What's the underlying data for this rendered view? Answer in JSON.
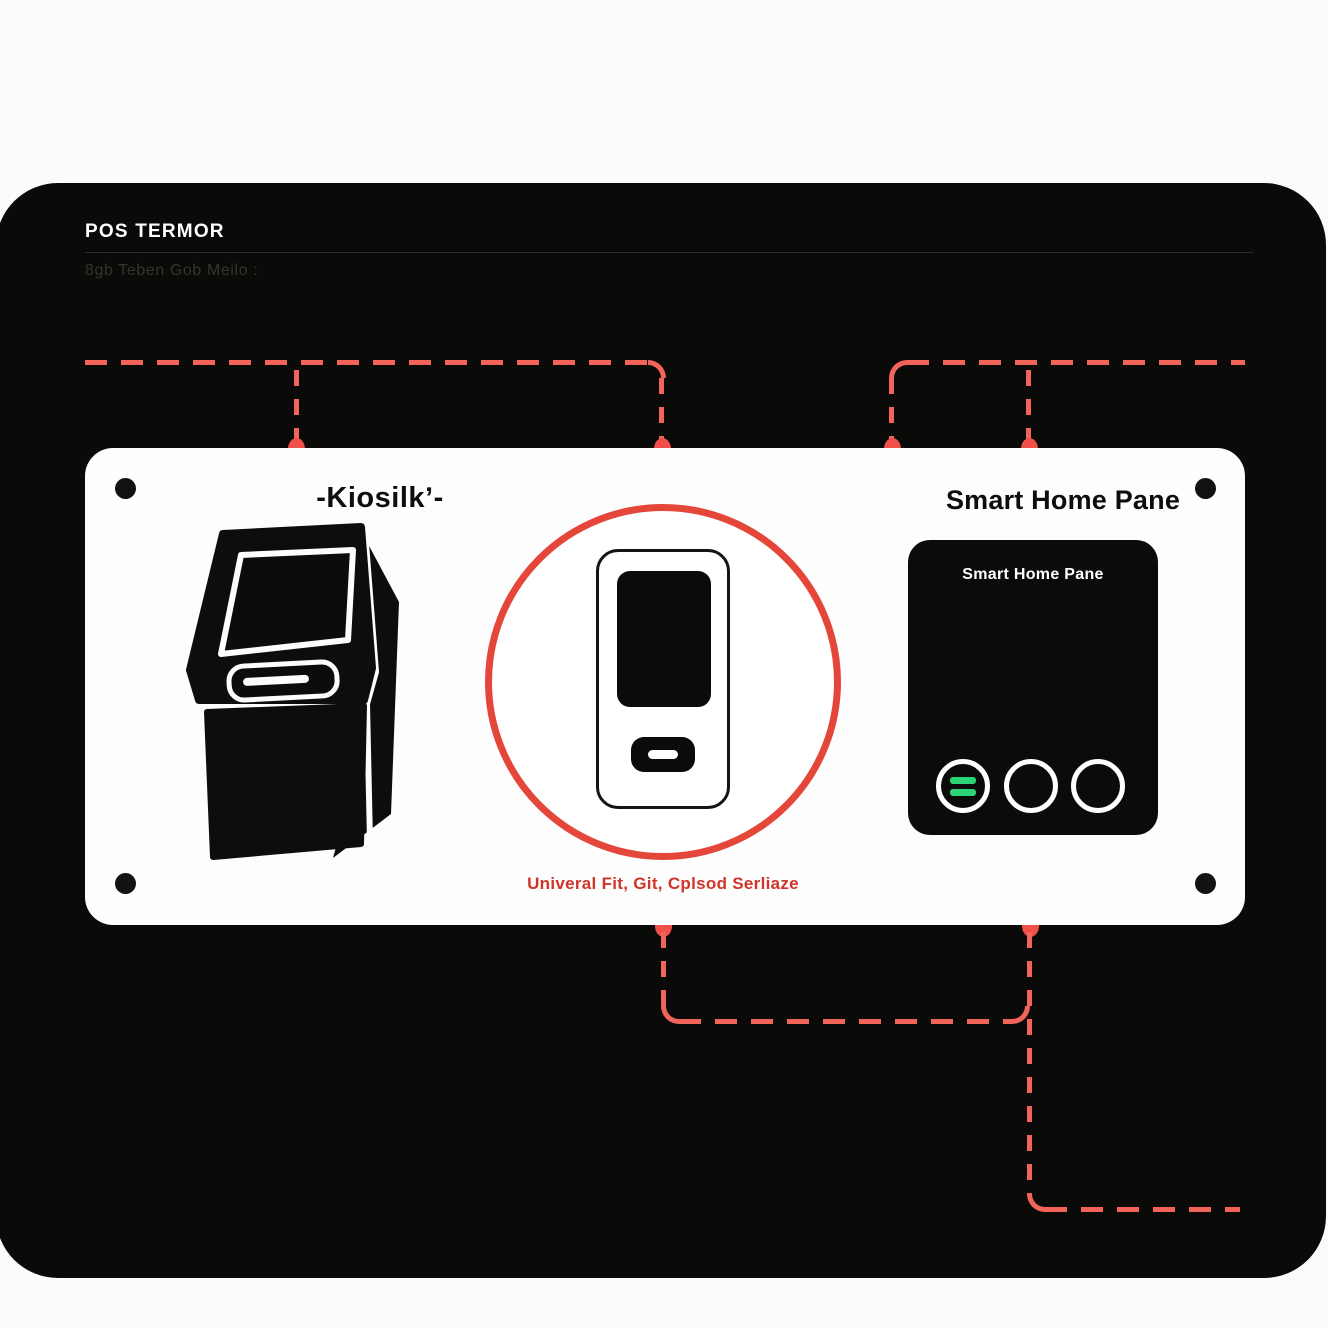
{
  "header": {
    "title": "POS TERMOR",
    "subtitle": "8gb Teben Gob Meilo :"
  },
  "panel": {
    "kiosk": {
      "label": "-Kiosilkʼ-"
    },
    "center": {
      "caption": "Univeral Fit, Git, Cplsod Serliaze"
    },
    "smart_home": {
      "heading": "Smart Home Pane",
      "panel_title": "Smart Home Pane",
      "buttons": [
        {
          "name": "toggle-button-active",
          "state": "on"
        },
        {
          "name": "round-button-2",
          "state": "off"
        },
        {
          "name": "round-button-3",
          "state": "off"
        }
      ]
    }
  },
  "colors": {
    "dash_red": "#f2635a",
    "dot_red": "#f14f49",
    "circle_red": "#e5463a",
    "caption_red": "#d03529",
    "panel_green": "#2bd475",
    "card_bg": "#0a0a09",
    "page_bg": "#fbfbfb",
    "ink": "#0d0d0c"
  }
}
